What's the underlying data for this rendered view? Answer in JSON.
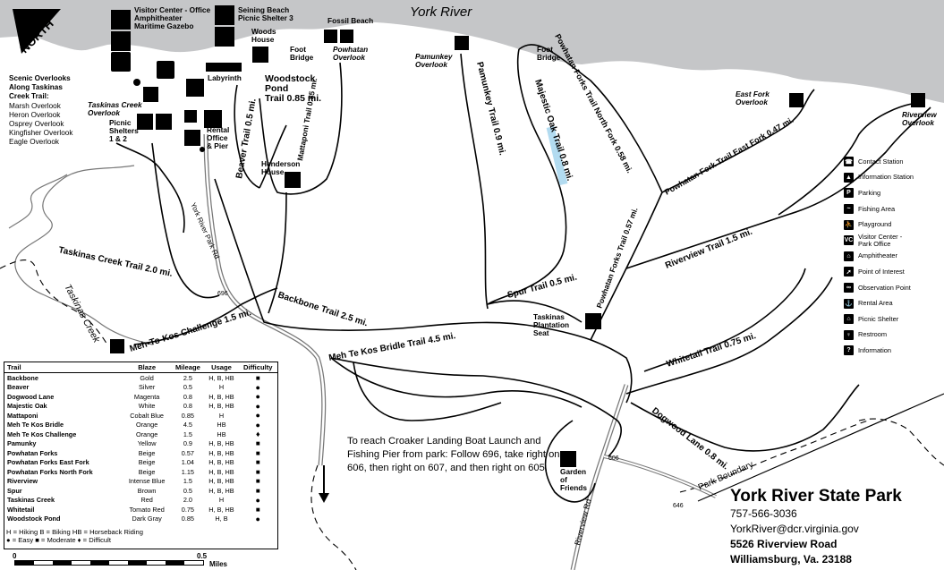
{
  "map": {
    "north_label": "NORTH",
    "river_label": "York River",
    "facilities": {
      "visitor_center": "Visitor Center - Office\nAmphitheater\nMaritime Gazebo",
      "seining_beach": "Seining Beach\nPicnic Shelter 3",
      "woods_house": "Woods\nHouse",
      "fossil_beach": "Fossil Beach",
      "powhatan_overlook": "Powhatan\nOverlook",
      "foot_bridge_1": "Foot\nBridge",
      "foot_bridge_2": "Foot\nBridge",
      "labyrinth": "Labyrinth",
      "woodstock_pond": "Woodstock\nPond\nTrail 0.85 mi.",
      "pamunkey_overlook": "Pamunkey\nOverlook",
      "east_fork_overlook": "East Fork\nOverlook",
      "riverview_overlook": "Riverview\nOverlook",
      "taskinas_creek_overlook": "Taskinas Creek\nOverlook",
      "picnic_shelters": "Picnic\nShelters\n1 & 2",
      "rental_office": "Rental\nOffice\n& Pier",
      "henderson_house": "Henderson\nHouse",
      "taskinas_plantation": "Taskinas\nPlantation\nSeat",
      "garden_of_friends": "Garden\nof\nFriends",
      "vc_badge": "VC",
      "parking_badge": "P"
    },
    "scenic_overlooks": {
      "title": "Scenic Overlooks\nAlong Taskinas\nCreek Trail:",
      "items": [
        "Marsh Overlook",
        "Heron Overlook",
        "Osprey Overlook",
        "Kingfisher Overlook",
        "Eagle Overlook"
      ]
    },
    "trail_labels": {
      "beaver": "Beaver Trail 0.5 mi.",
      "mattaponi": "Mattaponi Trail 0.85 mi.",
      "pamunkey": "Pamunkey Trail 0.9 mi.",
      "majestic_oak": "Majestic Oak Trail 0.8 mi.",
      "powhatan_north": "Powhatan Forks Trail North Fork 0.58 mi.",
      "powhatan_east": "Powhatan Fork Trail East Fork 0.47 mi.",
      "powhatan_forks": "Powhatan Forks Trail 0.57 mi.",
      "riverview": "Riverview Trail 1.5 mi.",
      "spur": "Spur Trail 0.5 mi.",
      "taskinas_creek": "Taskinas Creek Trail 2.0 mi.",
      "backbone": "Backbone Trail 2.5 mi.",
      "meh_te_kos_bridle": "Meh Te Kos Bridle Trail 4.5 mi.",
      "meh_to_kos_challenge": "Meh-To-Kos Challenge 1.5 mi.",
      "whitetail": "Whitetail Trail 0.75 mi.",
      "dogwood": "Dogwood Lane 0.8 mi."
    },
    "road_labels": {
      "york_river_park_rd": "York River Park Rd",
      "riverview_rd": "Riverview Rd",
      "park_boundary": "Park Boundary",
      "taskinas_creek": "Taskinas Creek",
      "route_696": "696",
      "route_606": "606",
      "route_646": "646"
    }
  },
  "trail_table": {
    "headers": [
      "Trail",
      "Blaze",
      "Mileage",
      "Usage",
      "Difficulty"
    ],
    "rows": [
      {
        "trail": "Backbone",
        "blaze": "Gold",
        "mileage": "2.5",
        "usage": "H, B, HB",
        "difficulty": "moderate"
      },
      {
        "trail": "Beaver",
        "blaze": "Silver",
        "mileage": "0.5",
        "usage": "H",
        "difficulty": "easy"
      },
      {
        "trail": "Dogwood Lane",
        "blaze": "Magenta",
        "mileage": "0.8",
        "usage": "H, B, HB",
        "difficulty": "easy"
      },
      {
        "trail": "Majestic Oak",
        "blaze": "White",
        "mileage": "0.8",
        "usage": "H, B, HB",
        "difficulty": "easy"
      },
      {
        "trail": "Mattaponi",
        "blaze": "Cobalt Blue",
        "mileage": "0.85",
        "usage": "H",
        "difficulty": "easy"
      },
      {
        "trail": "Meh Te Kos Bridle",
        "blaze": "Orange",
        "mileage": "4.5",
        "usage": "HB",
        "difficulty": "easy"
      },
      {
        "trail": "Meh Te Kos Challenge",
        "blaze": "Orange",
        "mileage": "1.5",
        "usage": "HB",
        "difficulty": "difficult"
      },
      {
        "trail": "Pamunky",
        "blaze": "Yellow",
        "mileage": "0.9",
        "usage": "H, B, HB",
        "difficulty": "moderate"
      },
      {
        "trail": "Powhatan Forks",
        "blaze": "Beige",
        "mileage": "0.57",
        "usage": "H, B, HB",
        "difficulty": "moderate"
      },
      {
        "trail": "Powhatan Forks East Fork",
        "blaze": "Beige",
        "mileage": "1.04",
        "usage": "H, B, HB",
        "difficulty": "moderate"
      },
      {
        "trail": "Powhatan Forks North Fork",
        "blaze": "Beige",
        "mileage": "1.15",
        "usage": "H, B, HB",
        "difficulty": "moderate"
      },
      {
        "trail": "Riverview",
        "blaze": "Intense Blue",
        "mileage": "1.5",
        "usage": "H, B, HB",
        "difficulty": "moderate"
      },
      {
        "trail": "Spur",
        "blaze": "Brown",
        "mileage": "0.5",
        "usage": "H, B, HB",
        "difficulty": "moderate"
      },
      {
        "trail": "Taskinas Creek",
        "blaze": "Red",
        "mileage": "2.0",
        "usage": "H",
        "difficulty": "easy"
      },
      {
        "trail": "Whitetail",
        "blaze": "Tomato Red",
        "mileage": "0.75",
        "usage": "H, B, HB",
        "difficulty": "moderate"
      },
      {
        "trail": "Woodstock Pond",
        "blaze": "Dark Gray",
        "mileage": "0.85",
        "usage": "H, B",
        "difficulty": "easy"
      }
    ],
    "key_line1": "H = Hiking   B = Biking   HB = Horseback Riding",
    "key_line2": "● = Easy  ■ = Moderate  ♦ = Difficult"
  },
  "scale": {
    "start": "0",
    "mid": "0.5",
    "unit": "Miles"
  },
  "icon_legend": [
    {
      "icon": "phone-icon",
      "glyph": "☎",
      "label": "Contact Station"
    },
    {
      "icon": "triangle-icon",
      "glyph": "▲",
      "label": "Information Station"
    },
    {
      "icon": "parking-icon",
      "glyph": "P",
      "label": "Parking"
    },
    {
      "icon": "fishing-icon",
      "glyph": "~",
      "label": "Fishing Area"
    },
    {
      "icon": "playground-icon",
      "glyph": "⛹",
      "label": "Playground"
    },
    {
      "icon": "vc-icon",
      "glyph": "VC",
      "label": "Visitor Center -\nPark Office"
    },
    {
      "icon": "amphitheater-icon",
      "glyph": "⌂",
      "label": "Amphitheater"
    },
    {
      "icon": "poi-icon",
      "glyph": "➚",
      "label": "Point of Interest"
    },
    {
      "icon": "binoculars-icon",
      "glyph": "∞",
      "label": "Observation Point"
    },
    {
      "icon": "rental-icon",
      "glyph": "⚓",
      "label": "Rental Area"
    },
    {
      "icon": "shelter-icon",
      "glyph": "⌂",
      "label": "Picnic Shelter"
    },
    {
      "icon": "restroom-icon",
      "glyph": "♀",
      "label": "Restroom"
    },
    {
      "icon": "information-icon",
      "glyph": "?",
      "label": "Information"
    }
  ],
  "directions": "To reach Croaker Landing Boat Launch and Fishing Pier from park: Follow 696, take right on 606, then right on 607, and then right on 605.",
  "park_info": {
    "name": "York River State Park",
    "phone": "757-566-3036",
    "email": "YorkRiver@dcr.virginia.gov",
    "address1": "5526 Riverview Road",
    "address2": "Williamsburg, Va. 23188"
  },
  "colors": {
    "river": "#c5c6c8",
    "trail": "#000000",
    "highlight": "#9fd2ec",
    "road": "#555555"
  }
}
